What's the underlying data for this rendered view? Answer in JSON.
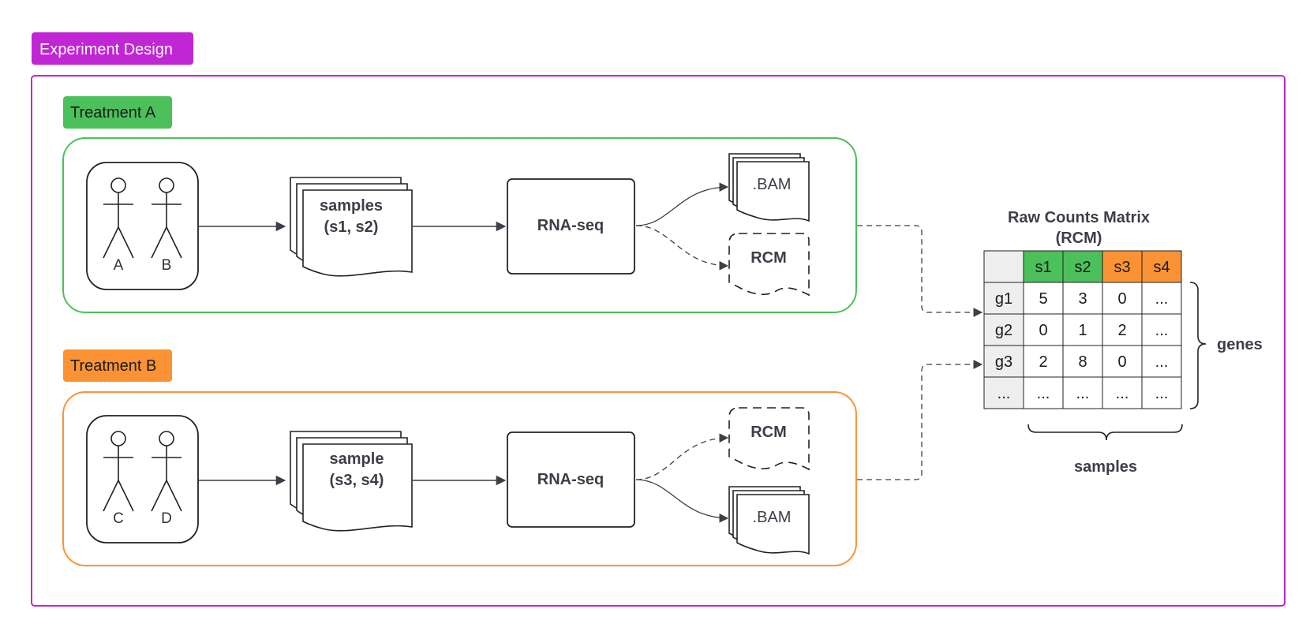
{
  "frame": {
    "title": "Experiment Design",
    "accent": "#c026d3"
  },
  "treatments": [
    {
      "label": "Treatment A",
      "color": "#4cc05a",
      "subjects": [
        "A",
        "B"
      ],
      "samples_title": "samples",
      "samples_ids": "(s1, s2)",
      "process": "RNA-seq",
      "outputs": [
        ".BAM",
        "RCM"
      ]
    },
    {
      "label": "Treatment B",
      "color": "#fb9334",
      "subjects": [
        "C",
        "D"
      ],
      "samples_title": "sample",
      "samples_ids": "(s3, s4)",
      "process": "RNA-seq",
      "outputs": [
        "RCM",
        ".BAM"
      ]
    }
  ],
  "matrix": {
    "title": "Raw Counts Matrix",
    "subtitle": "(RCM)",
    "columns": [
      "s1",
      "s2",
      "s3",
      "s4"
    ],
    "column_colors": [
      "#4cc05a",
      "#4cc05a",
      "#fb9334",
      "#fb9334"
    ],
    "rows": [
      {
        "label": "g1",
        "values": [
          "5",
          "3",
          "0",
          "..."
        ]
      },
      {
        "label": "g2",
        "values": [
          "0",
          "1",
          "2",
          "..."
        ]
      },
      {
        "label": "g3",
        "values": [
          "2",
          "8",
          "0",
          "..."
        ]
      },
      {
        "label": "...",
        "values": [
          "...",
          "...",
          "...",
          "..."
        ]
      }
    ],
    "rows_label": "genes",
    "columns_label": "samples"
  }
}
